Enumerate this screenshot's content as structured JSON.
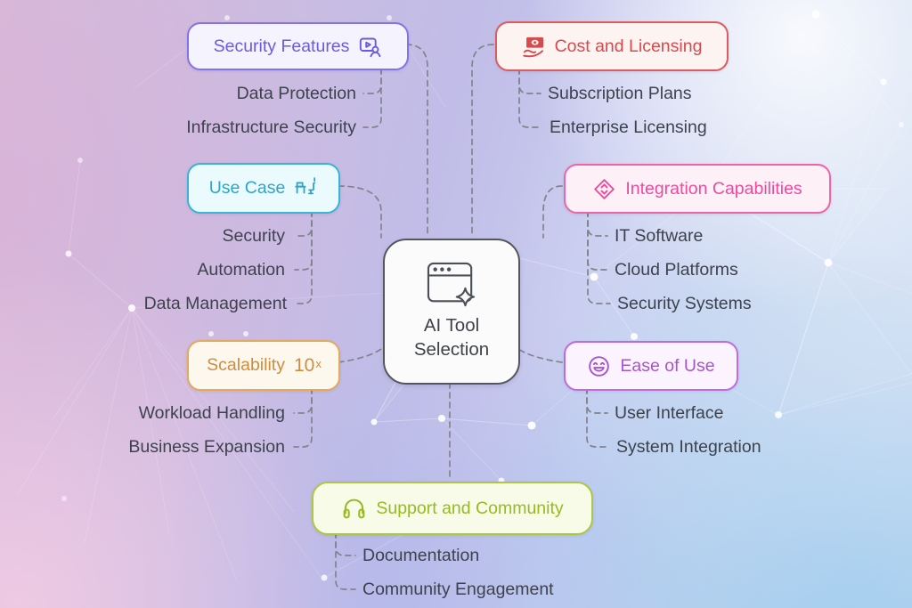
{
  "center": {
    "label": "AI Tool Selection",
    "icon": "browser-ai-sparkle-icon"
  },
  "connector_color": "#83838d",
  "branches": [
    {
      "id": "security-features",
      "label": "Security Features",
      "icon": "video-tutorial-icon",
      "border": "#8274e8",
      "bg": "#f5f3fd",
      "text": "#6c5ae0",
      "children": [
        "Data Protection",
        "Infrastructure Security"
      ]
    },
    {
      "id": "cost-and-licensing",
      "label": "Cost and Licensing",
      "icon": "cash-in-hand-icon",
      "border": "#db5b5e",
      "bg": "#fdf3f1",
      "text": "#d64b4f",
      "children": [
        "Subscription Plans",
        "Enterprise Licensing"
      ]
    },
    {
      "id": "use-case",
      "label": "Use Case",
      "icon": "workstation-desk-icon",
      "border": "#36b5d8",
      "bg": "#eafafd",
      "text": "#2aa6cb",
      "children": [
        "Security",
        "Automation",
        "Data Management"
      ]
    },
    {
      "id": "integration-capabilities",
      "label": "Integration Capabilities",
      "icon": "diamond-sort-icon",
      "border": "#f063a6",
      "bg": "#fdf0f7",
      "text": "#ee4b9d",
      "children": [
        "IT Software",
        "Cloud Platforms",
        "Security Systems"
      ]
    },
    {
      "id": "scalability",
      "label": "Scalability",
      "icon": "ten-power-x-icon",
      "icon_text": "10",
      "icon_sup": "x",
      "border": "#e4a95e",
      "bg": "#fdf8ee",
      "text": "#d08c3e",
      "children": [
        "Workload Handling",
        "Business Expansion"
      ]
    },
    {
      "id": "ease-of-use",
      "label": "Ease of Use",
      "icon": "laughing-face-icon",
      "border": "#c06ae0",
      "bg": "#fbf3fd",
      "text": "#a953cf",
      "children": [
        "User Interface",
        "System Integration"
      ]
    },
    {
      "id": "support-and-community",
      "label": "Support and Community",
      "icon": "headphones-icon",
      "border": "#abc83f",
      "bg": "#f7fbe7",
      "text": "#97bb21",
      "children": [
        "Documentation",
        "Community Engagement"
      ]
    }
  ]
}
